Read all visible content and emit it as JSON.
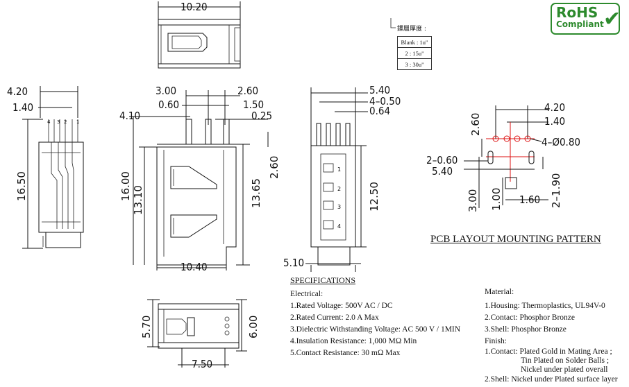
{
  "dimensions": {
    "top_width": "10.20",
    "side_4_20": "4.20",
    "side_1_40": "1.40",
    "side_16_50": "16.50",
    "front_3_00": "3.00",
    "front_2_60": "2.60",
    "front_0_60": "0.60",
    "front_1_50": "1.50",
    "front_4_10": "4.10",
    "front_0_25": "0.25",
    "front_2_60v": "2.60",
    "front_16_00": "16.00",
    "front_13_10": "13.10",
    "front_13_65": "13.65",
    "front_10_40": "10.40",
    "rear_5_40": "5.40",
    "rear_4_050": "4–0.50",
    "rear_0_64": "0.64",
    "rear_12_50": "12.50",
    "rear_5_10": "5.10",
    "pin_1": "1",
    "pin_2": "2",
    "pin_3": "3",
    "pin_4": "4",
    "pcb_2_60": "2.60",
    "pcb_4_20": "4.20",
    "pcb_1_40": "1.40",
    "pcb_hole": "4–Ø0.80",
    "pcb_2_060": "2–0.60",
    "pcb_5_40": "5.40",
    "pcb_3_00": "3.00",
    "pcb_1_00": "1.00",
    "pcb_1_60": "1.60",
    "pcb_2_190": "2–1.90",
    "bottom_5_70": "5.70",
    "bottom_6_00": "6.00",
    "bottom_7_50": "7.50"
  },
  "plating": {
    "header": "鏍層厚度 :",
    "rows": [
      "Blank : 1u\"",
      "2 : 15u\"",
      "3 : 30u\""
    ]
  },
  "pcb_title": "PCB LAYOUT MOUNTING PATTERN",
  "rohs": {
    "line1": "RoHS",
    "line2": "Compliant",
    "check": "✔",
    "color": "#2d8a2d"
  },
  "specifications": {
    "heading": "SPECIFICATIONS",
    "electrical_label": "Electrical:",
    "items": [
      "1.Rated Voltage: 500V AC / DC",
      "2.Rated Current: 2.0 A Max",
      "3.Dielectric Withstanding Voltage: AC 500 V / 1MIN",
      "4.Insulation Resistance: 1,000 MΩ Min",
      "5.Contact Resistance: 30 mΩ Max"
    ]
  },
  "material": {
    "heading": "Material:",
    "items": [
      "1.Housing: Thermoplastics, UL94V-0",
      "2.Contact: Phosphor Bronze",
      "3.Shell: Phosphor Bronze"
    ],
    "finish_label": "Finish:",
    "finish_items": [
      "1.Contact: Plated Gold in Mating Area ;",
      "Tin Plated on Solder Balls ;",
      "Nickel under plated overall",
      "2.Shell: Nickel under Plated surface layer"
    ]
  }
}
